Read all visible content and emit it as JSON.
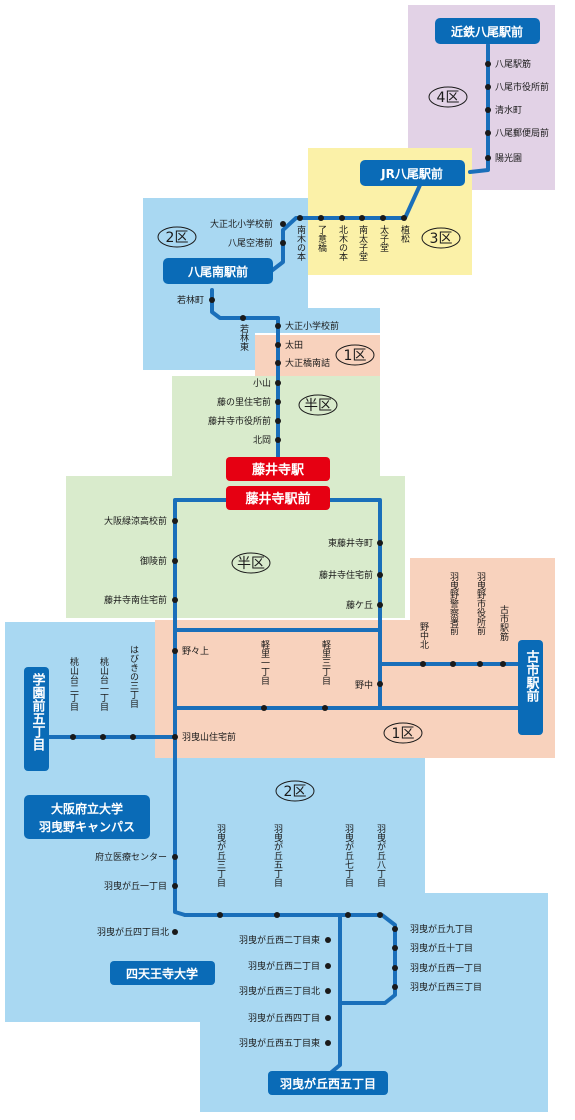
{
  "colors": {
    "route_line": "#1a6fba",
    "zone_4": "#e2d2e6",
    "zone_3": "#fbf1a8",
    "zone_2": "#a9d8f2",
    "zone_1": "#f8d2bd",
    "zone_half": "#d9ebcc",
    "label_blue": "#0a6bb7",
    "label_red": "#e60012"
  },
  "zones": {
    "z4": "4区",
    "z3": "3区",
    "z2_top": "2区",
    "z1_top": "1区",
    "half_top": "半区",
    "half_mid": "半区",
    "z1_mid": "1区",
    "z2_bottom": "2区"
  },
  "terminals": {
    "kintetsu_yao": "近鉄八尾駅前",
    "jr_yao": "JR八尾駅前",
    "yao_minami": "八尾南駅前",
    "fujiidera": "藤井寺駅",
    "fujiidera_mae": "藤井寺駅前",
    "furuichi": "古市駅前",
    "gakuenmae": "学園前五丁目",
    "osaka_pref_univ_1": "大阪府立大学",
    "osaka_pref_univ_2": "羽曳野キャンパス",
    "shitennoji": "四天王寺大学",
    "habikigaoka_nishi5": "羽曳が丘西五丁目"
  },
  "stops": {
    "yao_ekisuji": "八尾駅筋",
    "yao_shiyakusho": "八尾市役所前",
    "shimizucho": "清水町",
    "yao_yubin": "八尾郵便局前",
    "yokoen": "陽光園",
    "taisho_kita_sho": "大正北小学校前",
    "yao_kuko": "八尾空港前",
    "minami_kinomoto": "南木の本",
    "ryoi_bashi": "了意橋",
    "kita_kinomoto": "北木の本",
    "minami_taishido": "南太子堂",
    "taishido": "太子堂",
    "uematsu": "植松",
    "wakabayashi": "若林町",
    "wakabayashi_higashi": "若林東",
    "taisho_sho": "大正小学校前",
    "ota": "太田",
    "taisho_bashi": "大正橋南詰",
    "oyama": "小山",
    "fujinosato": "藤の里住宅前",
    "fujiidera_shiyakusho": "藤井寺市役所前",
    "kitaoka": "北岡",
    "ryokuyo": "大阪緑涼高校前",
    "goryomae": "御陵前",
    "fujiidera_minami": "藤井寺南住宅前",
    "higashi_fujiidera": "東藤井寺町",
    "fujiidera_jutaku": "藤井寺住宅前",
    "fujigaoka": "藤ケ丘",
    "nonoue": "野々上",
    "karusato1": "軽里一丁目",
    "karusato3": "軽里三丁目",
    "nonaka": "野中",
    "nonaka_kita": "野中北",
    "habikino_keisatsu": "羽曳野警察署前",
    "habikino_shiyakusho": "羽曳野市役所前",
    "furuichi_ekisuji": "古市駅筋",
    "momoyamadai2": "桃山台二丁目",
    "momoyamadai1": "桃山台一丁目",
    "habikino3": "はびきの三丁目",
    "habikiyama": "羽曳山住宅前",
    "fuiritsu_iryo": "府立医療センター",
    "habikigaoka1": "羽曳が丘一丁目",
    "habikigaoka4kita": "羽曳が丘四丁目北",
    "habikigaoka3": "羽曳が丘三丁目",
    "habikigaoka5": "羽曳が丘五丁目",
    "habikigaoka7": "羽曳が丘七丁目",
    "habikigaoka8": "羽曳が丘八丁目",
    "hgn2_higashi": "羽曳が丘西二丁目東",
    "hgn2": "羽曳が丘西二丁目",
    "hgn3_kita": "羽曳が丘西三丁目北",
    "hgn4": "羽曳が丘西四丁目",
    "hgn5_higashi": "羽曳が丘西五丁目東",
    "hg9": "羽曳が丘九丁目",
    "hg10": "羽曳が丘十丁目",
    "hgn1": "羽曳が丘西一丁目",
    "hgn3": "羽曳が丘西三丁目"
  }
}
